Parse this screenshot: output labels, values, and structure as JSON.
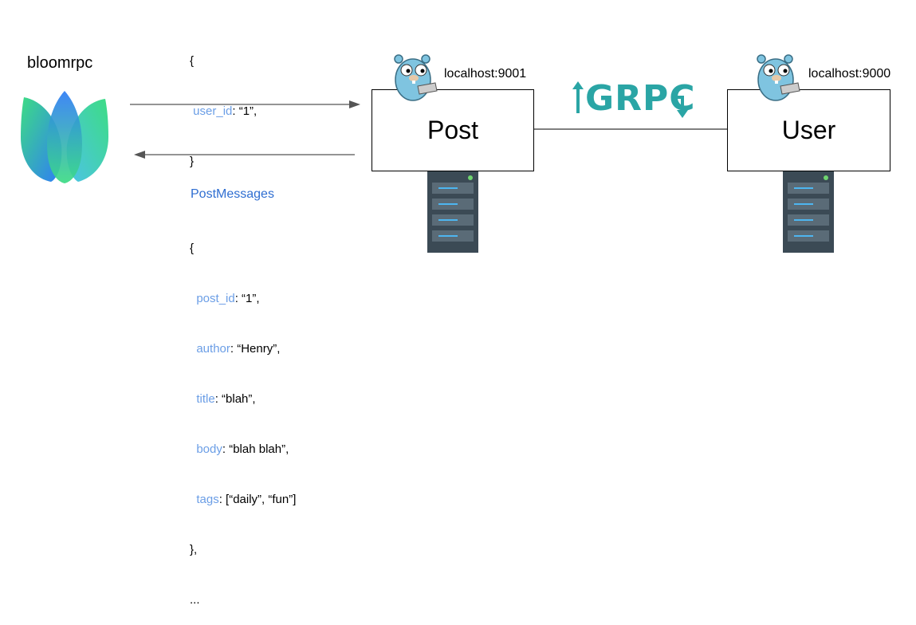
{
  "client": {
    "name": "bloomrpc",
    "logo_colors": [
      "#2f7cf6",
      "#3ddc84",
      "#4cc3e8"
    ]
  },
  "request": {
    "open": "{",
    "fields": [
      {
        "key": "user_id",
        "value": ": “1”,"
      }
    ],
    "close": "}"
  },
  "response": {
    "title": "PostMessages",
    "open": "{",
    "fields": [
      {
        "key": "post_id",
        "value": ": “1”,"
      },
      {
        "key": "author",
        "value": ": “Henry”,"
      },
      {
        "key": "title",
        "value": ": “blah”,"
      },
      {
        "key": "body",
        "value": ": “blah blah”,"
      },
      {
        "key": "tags",
        "value": ": [“daily”, “fun”]"
      }
    ],
    "close": "},",
    "more": "..."
  },
  "services": [
    {
      "name": "Post",
      "host": "localhost:9001"
    },
    {
      "name": "User",
      "host": "localhost:9000"
    }
  ],
  "protocol": {
    "label": "GRPC",
    "color": "#2aa5a5"
  },
  "colors": {
    "key": "#6b9ee6",
    "title": "#2f6ed1",
    "gopher": "#7fc4e0",
    "server": "#3b4a55",
    "arrow": "#555555"
  }
}
